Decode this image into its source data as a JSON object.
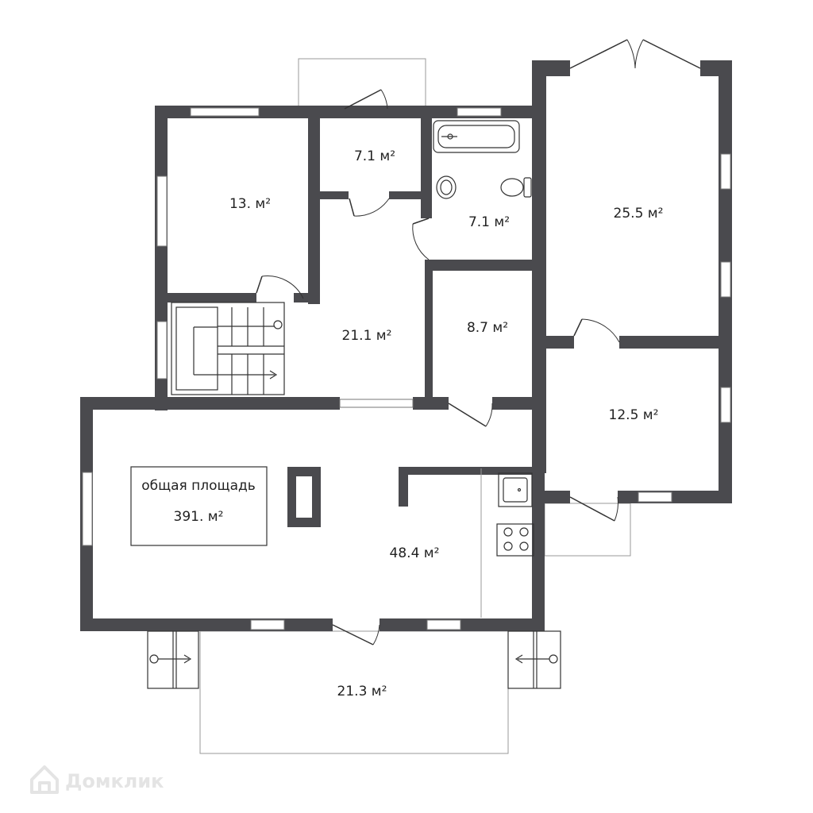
{
  "rooms": [
    {
      "id": "room-top-left",
      "area": "13. м²"
    },
    {
      "id": "room-hall-small",
      "area": "7.1 м²"
    },
    {
      "id": "room-bathroom",
      "area": "7.1 м²"
    },
    {
      "id": "room-large-right",
      "area": "25.5 м²"
    },
    {
      "id": "room-corridor",
      "area": "21.1 м²"
    },
    {
      "id": "room-storage",
      "area": "8.7 м²"
    },
    {
      "id": "room-right-lower",
      "area": "12.5 м²"
    },
    {
      "id": "room-living",
      "area": "48.4 м²"
    },
    {
      "id": "room-terrace",
      "area": "21.3 м²"
    }
  ],
  "total": {
    "label": "общая площадь",
    "value": "391. м²"
  },
  "watermark": {
    "brand": "Домклик",
    "icon": "house-logo-icon"
  }
}
